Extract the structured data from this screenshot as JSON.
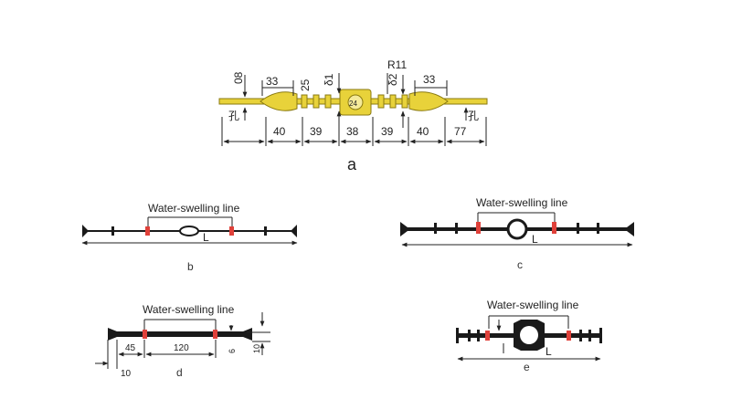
{
  "diagram_a": {
    "caption": "a",
    "dims": [
      "08",
      "33",
      "25",
      "δ1",
      "δ2",
      "R11",
      "33",
      "24",
      "40",
      "39",
      "38",
      "39",
      "40",
      "77"
    ],
    "hole_label": "孔"
  },
  "diagram_b": {
    "caption": "b",
    "label": "Water-swelling line",
    "length": "L"
  },
  "diagram_c": {
    "caption": "c",
    "label": "Water-swelling line",
    "length": "L"
  },
  "diagram_d": {
    "caption": "d",
    "label": "Water-swelling line",
    "dims": [
      "45",
      "120",
      "10",
      "6",
      "10"
    ]
  },
  "diagram_e": {
    "caption": "e",
    "label": "Water-swelling line",
    "length": "L"
  },
  "colors": {
    "waterstop_yellow": "#e8d23a",
    "strip": "#1a1a1a",
    "swelling_red": "#e0413a"
  }
}
